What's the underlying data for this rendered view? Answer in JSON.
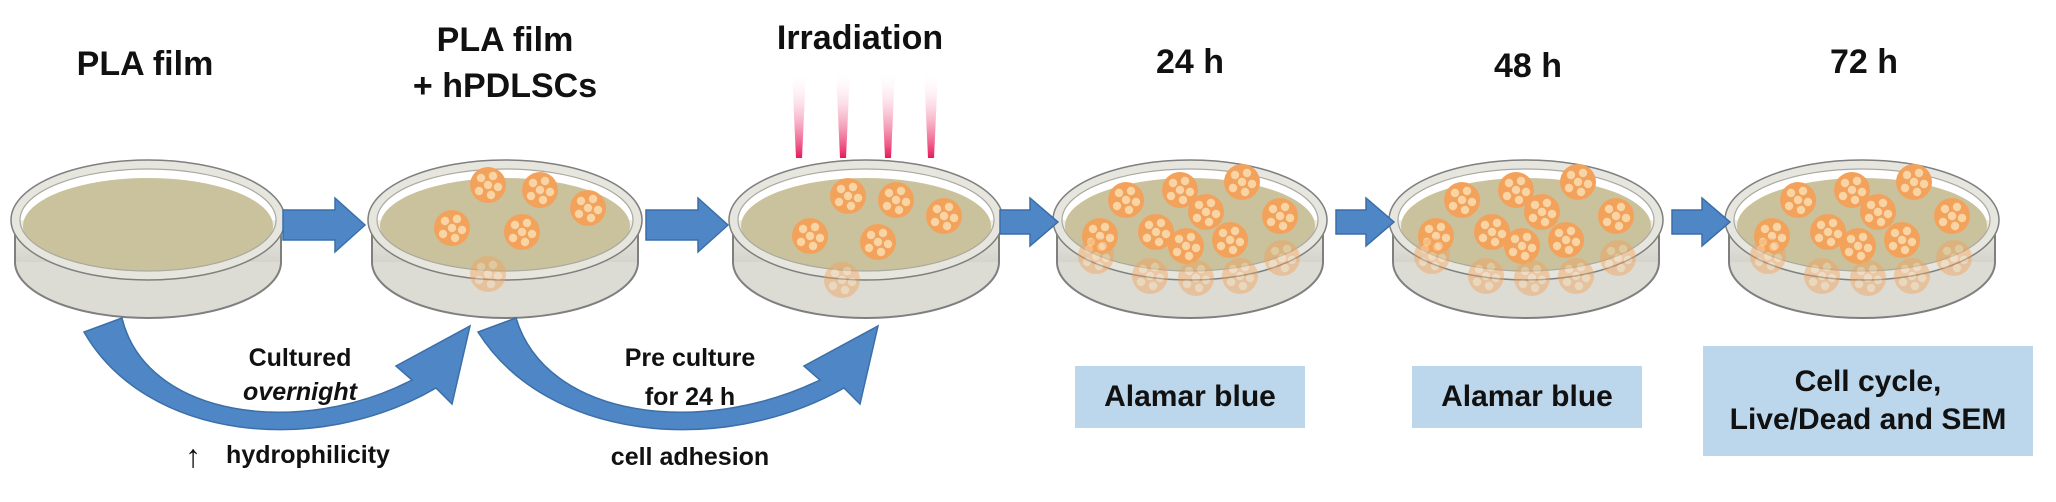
{
  "steps": [
    {
      "title": "PLA film"
    },
    {
      "title_line1": "PLA film",
      "title_line2": "+ hPDLSCs"
    },
    {
      "title": "Irradiation"
    },
    {
      "title": "24 h",
      "assay": "Alamar blue"
    },
    {
      "title": "48 h",
      "assay": "Alamar blue"
    },
    {
      "title": "72 h",
      "assay_line1": "Cell cycle,",
      "assay_line2": "Live/Dead and SEM"
    }
  ],
  "annotations": {
    "cultured_line1": "Cultured",
    "cultured_line2": "overnight",
    "hydrophilicity_arrow": "↑",
    "hydrophilicity": "hydrophilicity",
    "preculture_line1": "Pre culture",
    "preculture_line2": "for 24 h",
    "cell_adhesion": "cell adhesion"
  },
  "colors": {
    "dish_rim": "#d9d9d2",
    "dish_outline": "#7f7f7f",
    "film": "#c9c29c",
    "cell": "#f3a25c",
    "nucleus": "#f9d4a5",
    "arrow": "#4f86c6",
    "box": "#bcd6ec",
    "laser": "#e8195a"
  }
}
